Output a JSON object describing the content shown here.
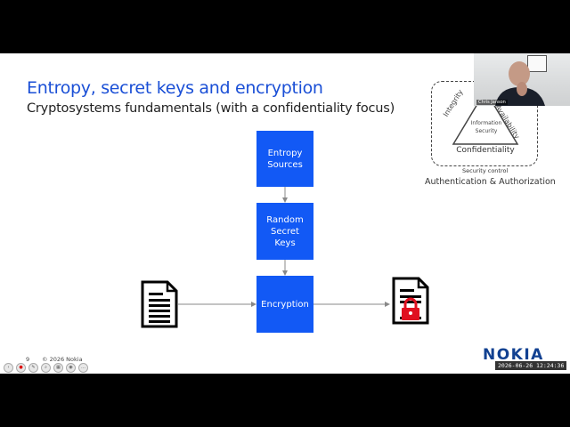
{
  "slide": {
    "title": "Entropy, secret keys and encryption",
    "subtitle": "Cryptosystems fundamentals (with a confidentiality focus)",
    "page_number": "9",
    "copyright": "© 2026 Nokia",
    "logo": "NOKIA"
  },
  "diagram": {
    "boxes": [
      {
        "label": "Entropy\nSources"
      },
      {
        "label": "Random\nSecret\nKeys"
      },
      {
        "label": "Encryption"
      }
    ],
    "plaintext_icon": "document-icon",
    "ciphertext_icon": "locked-document-icon"
  },
  "cia": {
    "integrity": "Integrity",
    "availability": "Availability",
    "confidentiality": "Confidentiality",
    "center": "Information\nSecurity",
    "control_label": "Security control",
    "caption": "Authentication & Authorization"
  },
  "webcam": {
    "name": "Chris Janson"
  },
  "overlay": {
    "timestamp": "2026-06-26 12:24:36"
  },
  "controls": [
    {
      "icon": "back-icon",
      "glyph": "‹"
    },
    {
      "icon": "record-icon",
      "glyph": "●"
    },
    {
      "icon": "pen-icon",
      "glyph": "✎"
    },
    {
      "icon": "zoom-icon",
      "glyph": "⌕"
    },
    {
      "icon": "grid-icon",
      "glyph": "▦"
    },
    {
      "icon": "camera-icon",
      "glyph": "◉"
    },
    {
      "icon": "more-icon",
      "glyph": "…"
    }
  ],
  "colors": {
    "title": "#1a4fd6",
    "box": "#1259f5",
    "lock": "#e01020"
  }
}
